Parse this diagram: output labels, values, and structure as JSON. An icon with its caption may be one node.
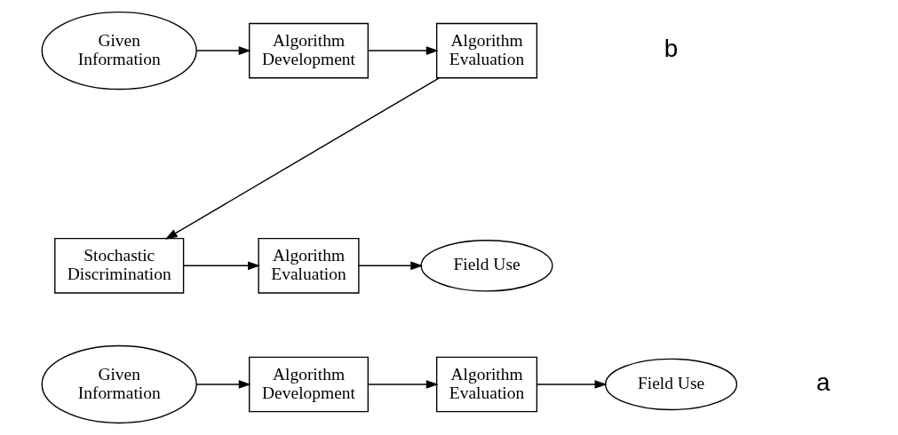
{
  "diagram": {
    "nodes": [
      {
        "text": [
          "Given Information"
        ]
      },
      {
        "text": [
          "Algorithm Development"
        ]
      },
      {
        "text": [
          "Algorithm Evaluation"
        ]
      },
      {
        "text": [
          "Field Use"
        ]
      },
      {
        "text": [
          "Given Information"
        ]
      },
      {
        "text": [
          "Algorithm Development"
        ]
      },
      {
        "text": [
          "Algorithm Evaluation"
        ]
      },
      {
        "text": [
          "Stochastic Discrimination"
        ]
      },
      {
        "text": [
          "Algorithm Evaluation"
        ]
      },
      {
        "text": [
          "Field Use"
        ]
      }
    ],
    "edges": [
      {
        "from": 0,
        "to": 1,
        "arrow": "to"
      },
      {
        "from": 1,
        "to": 2,
        "arrow": "to"
      },
      {
        "from": 2,
        "to": 3,
        "arrow": "to"
      },
      {
        "from": 4,
        "to": 5,
        "arrow": "to"
      },
      {
        "from": 5,
        "to": 6,
        "arrow": "to"
      },
      {
        "from": 6,
        "to": 7,
        "arrow": "to"
      },
      {
        "from": 7,
        "to": 8,
        "arrow": "to"
      },
      {
        "from": 8,
        "to": 9,
        "arrow": "to"
      }
    ],
    "labels": [
      "a",
      "b"
    ]
  }
}
